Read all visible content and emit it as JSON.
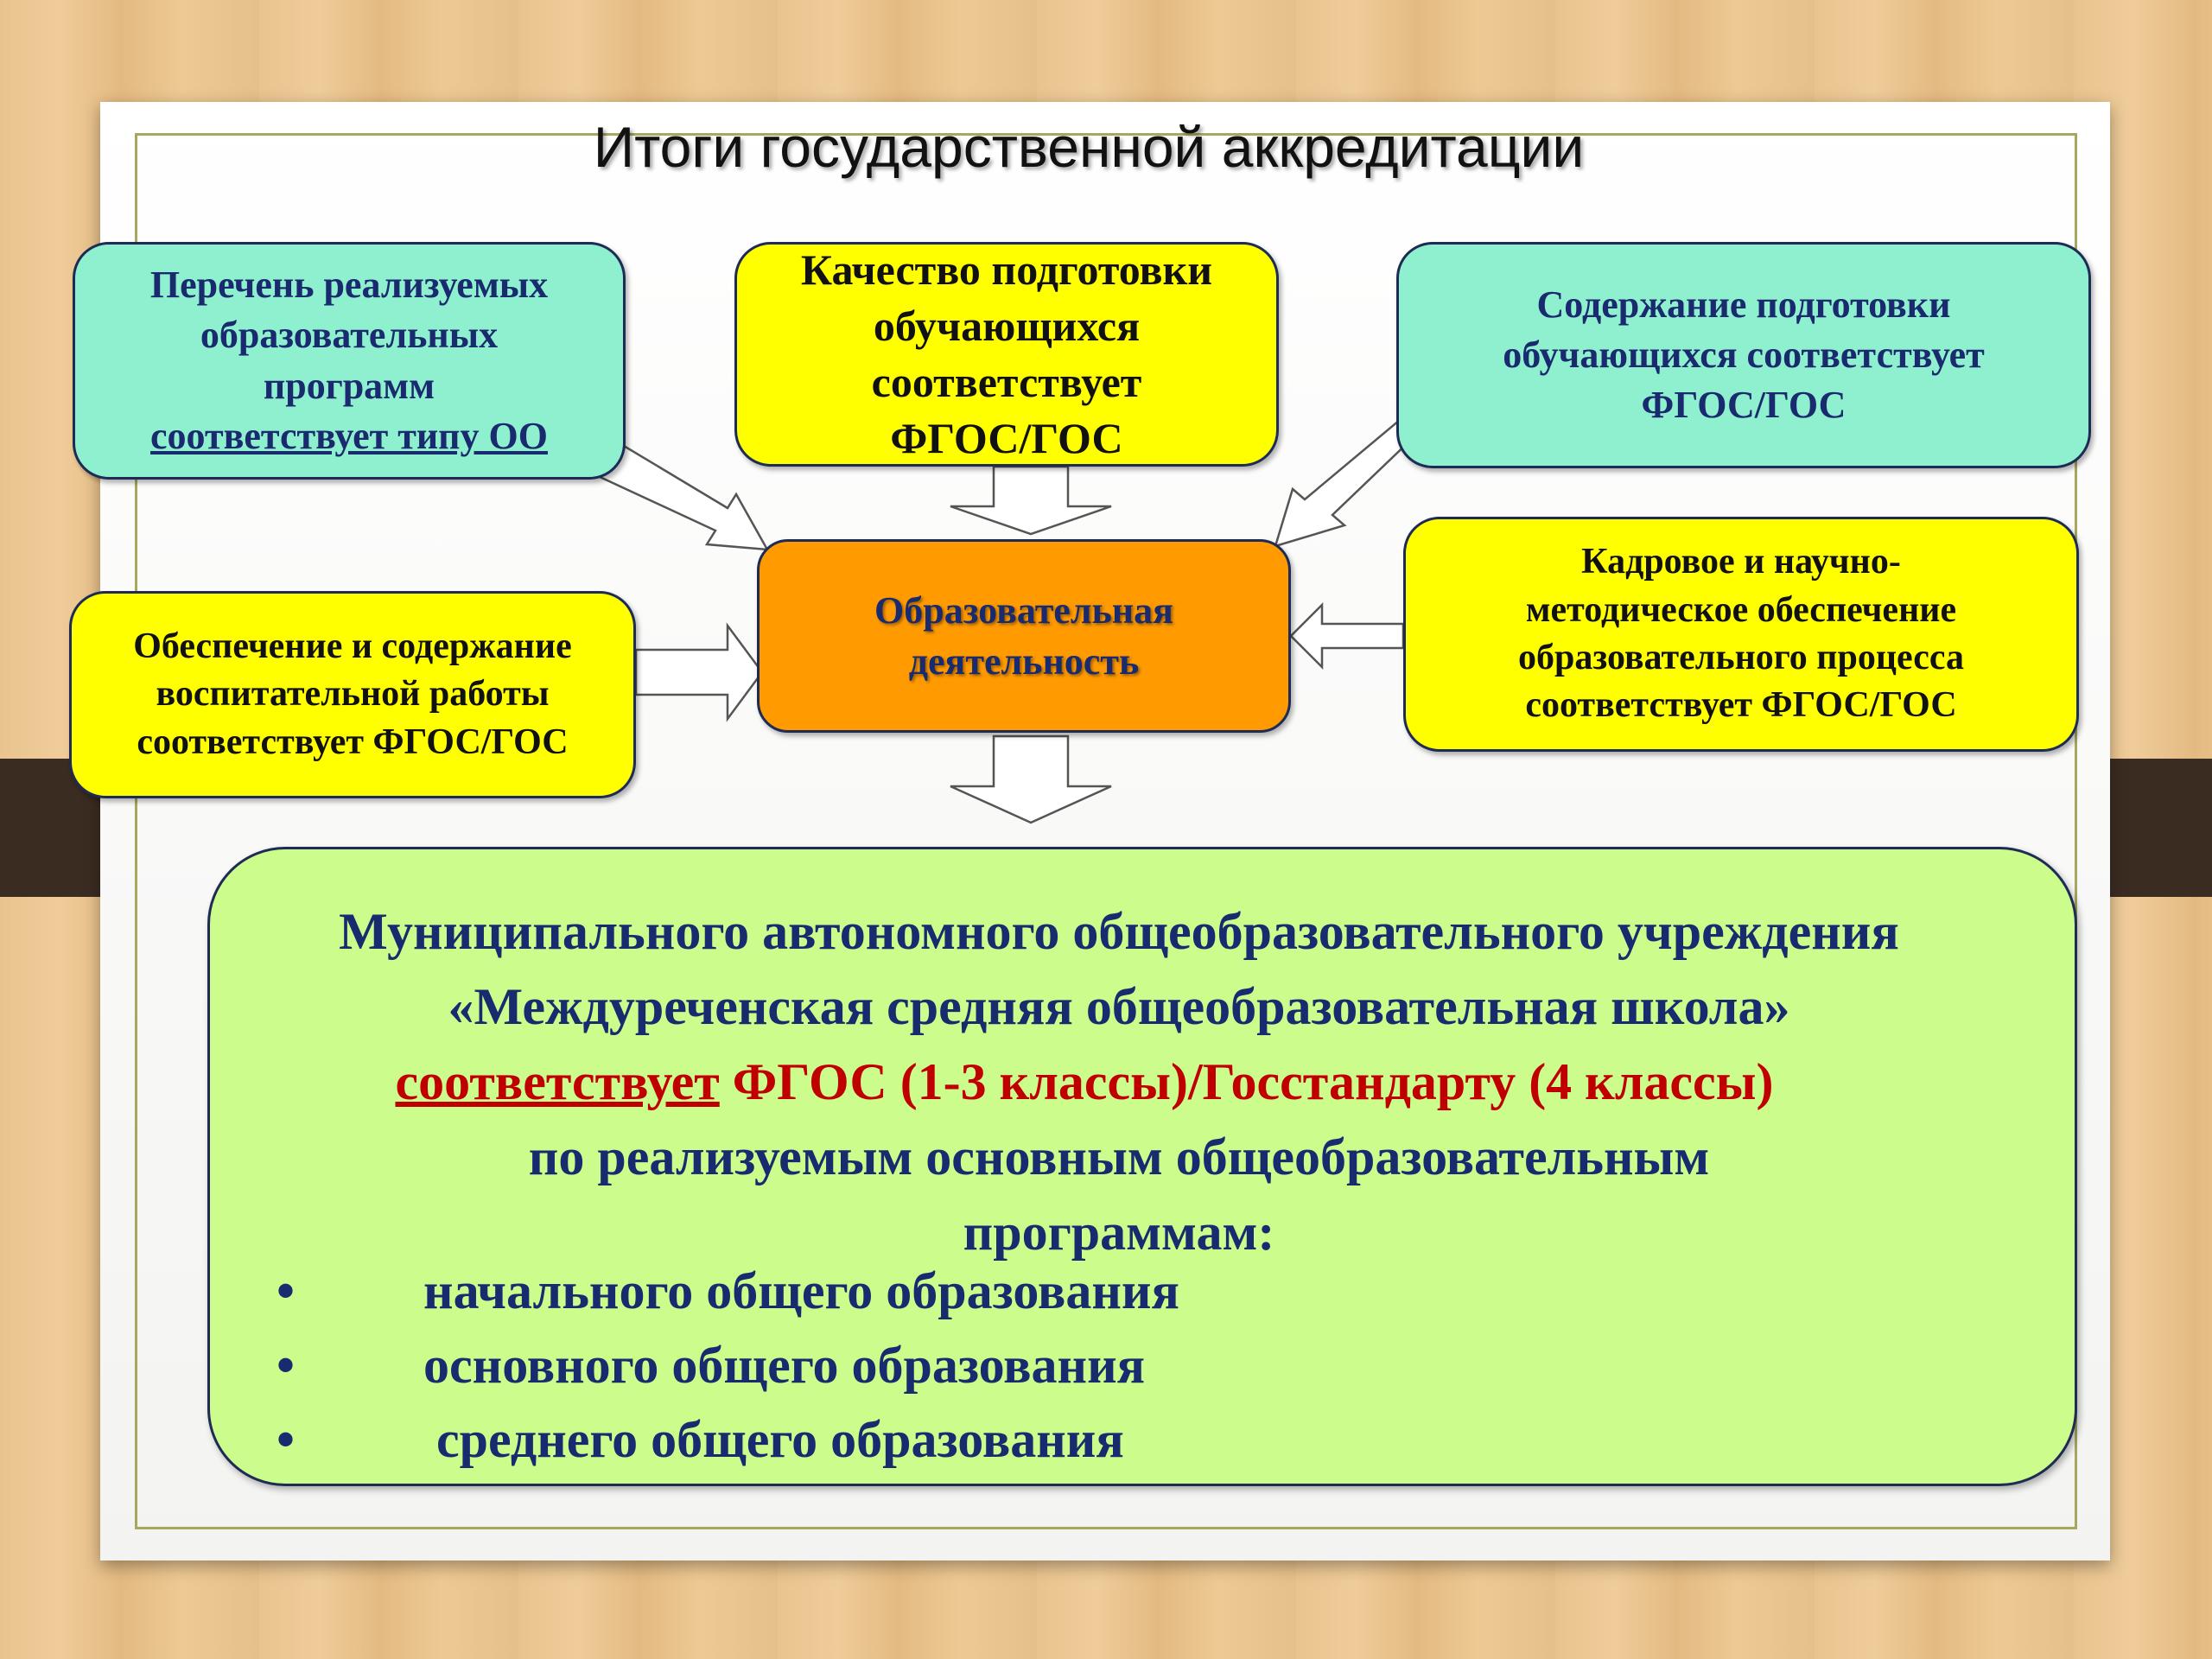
{
  "title": "Итоги государственной аккредитации",
  "boxes": {
    "left_top": {
      "line1": "Перечень реализуемых\nобразовательных\nпрограмм",
      "line2": "соответствует типу ОО"
    },
    "center_top": "Качество подготовки\nобучающихся\nсоответствует\nФГОС/ГОС",
    "right_top": "Содержание подготовки\nобучающихся соответствует\nФГОС/ГОС",
    "left_mid": "Обеспечение и содержание\nвоспитательной работы\nсоответствует ФГОС/ГОС",
    "right_mid": "Кадровое и научно-\nметодическое обеспечение\nобразовательного процесса\nсоответствует ФГОС/ГОС",
    "center": "Образовательная\nдеятельность"
  },
  "summary": {
    "line1": "Муниципального автономного общеобразовательного учреждения",
    "line2": "«Междуреченская  средняя общеобразовательная школа»",
    "line3_underlined": "соответствует",
    "line3_rest": " ФГОС (1-3 классы)/Госстандарту  (4 классы)",
    "line4": "по реализуемым основным общеобразовательным",
    "line5": "программам:",
    "bullet_symbol": "•",
    "items": [
      "начального общего образования",
      "основного общего образования",
      " среднего общего образования"
    ]
  },
  "colors": {
    "cyan_box": "#8ff0cf",
    "yellow_box": "#ffff00",
    "center_box": "#ff9a00",
    "summary_box": "#ccfd8c",
    "text_blue": "#1a2a6e",
    "text_red": "#c00000"
  }
}
